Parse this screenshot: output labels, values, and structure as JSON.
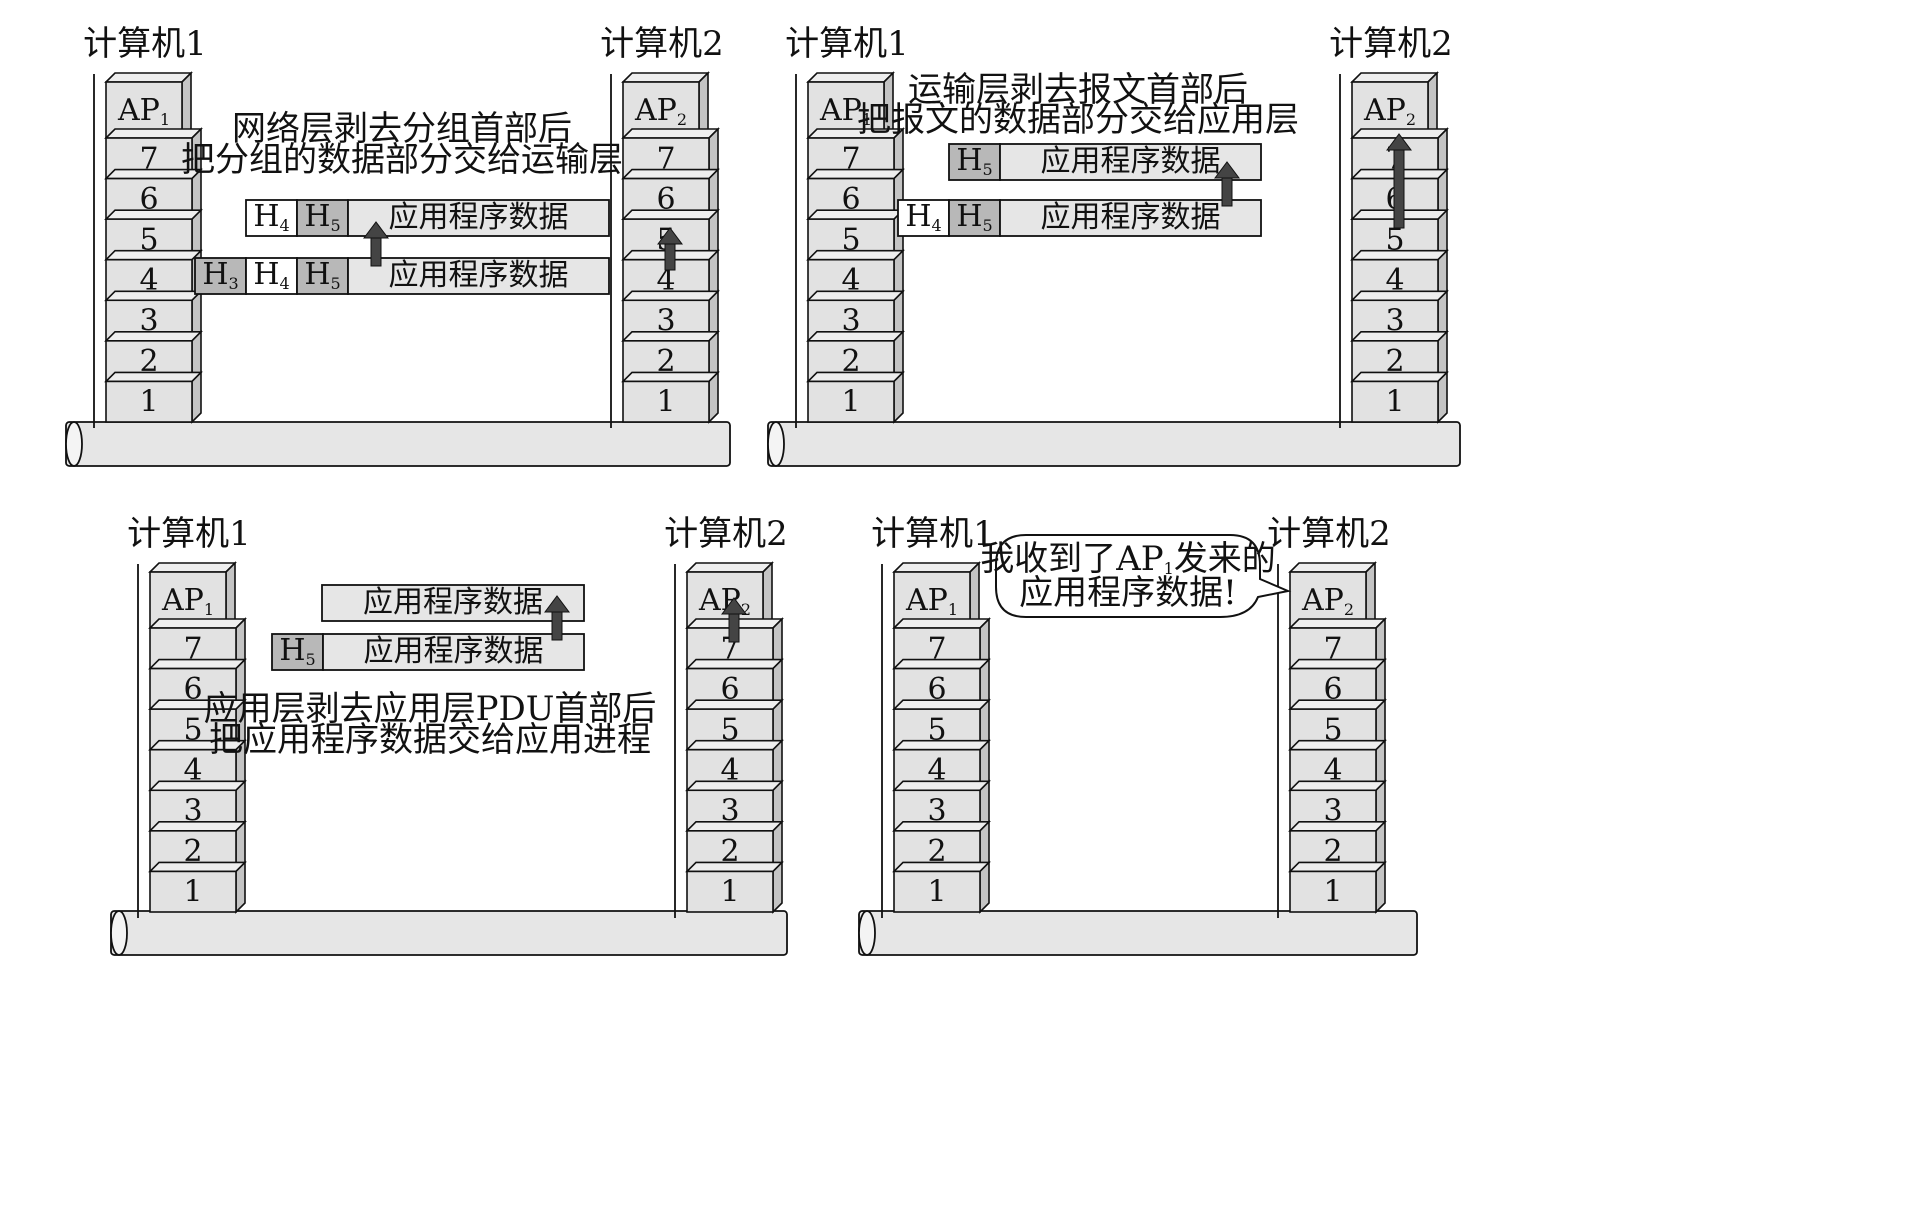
{
  "colors": {
    "cell": "#e2e2e2",
    "cell_side": "#c4c4c4",
    "cell_top": "#eeeeee",
    "header_dark": "#b8b8b8",
    "header_light": "#ffffff",
    "data_block": "#e6e6e6",
    "arrow": "#444444",
    "stroke": "#111111"
  },
  "layer_numbers": [
    "7",
    "6",
    "5",
    "4",
    "3",
    "2",
    "1"
  ],
  "panels": [
    {
      "computer_left": "计算机1",
      "computer_right": "计算机2",
      "ap_left": {
        "base": "AP",
        "sub": "1"
      },
      "ap_right": {
        "base": "AP",
        "sub": "2"
      },
      "caption": [
        "网络层剥去分组首部后",
        "把分组的数据部分交给运输层"
      ],
      "blocks": [
        {
          "headers": [
            {
              "base": "H",
              "sub": "4",
              "shade": "light"
            },
            {
              "base": "H",
              "sub": "5",
              "shade": "dark"
            }
          ],
          "data": "应用程序数据"
        },
        {
          "headers": [
            {
              "base": "H",
              "sub": "3",
              "shade": "dark"
            },
            {
              "base": "H",
              "sub": "4",
              "shade": "light"
            },
            {
              "base": "H",
              "sub": "5",
              "shade": "dark"
            }
          ],
          "data": "应用程序数据"
        }
      ]
    },
    {
      "computer_left": "计算机1",
      "computer_right": "计算机2",
      "ap_left": {
        "base": "AP",
        "sub": "1"
      },
      "ap_right": {
        "base": "AP",
        "sub": "2"
      },
      "caption": [
        "运输层剥去报文首部后",
        "把报文的数据部分交给应用层"
      ],
      "blocks": [
        {
          "headers": [
            {
              "base": "H",
              "sub": "5",
              "shade": "dark"
            }
          ],
          "data": "应用程序数据"
        },
        {
          "headers": [
            {
              "base": "H",
              "sub": "4",
              "shade": "light"
            },
            {
              "base": "H",
              "sub": "5",
              "shade": "dark"
            }
          ],
          "data": "应用程序数据"
        }
      ]
    },
    {
      "computer_left": "计算机1",
      "computer_right": "计算机2",
      "ap_left": {
        "base": "AP",
        "sub": "1"
      },
      "ap_right": {
        "base": "AP",
        "sub": "2"
      },
      "caption": [
        "应用层剥去应用层PDU首部后",
        "把应用程序数据交给应用进程"
      ],
      "blocks": [
        {
          "headers": [],
          "data": "应用程序数据"
        },
        {
          "headers": [
            {
              "base": "H",
              "sub": "5",
              "shade": "dark"
            }
          ],
          "data": "应用程序数据"
        }
      ]
    },
    {
      "computer_left": "计算机1",
      "computer_right": "计算机2",
      "ap_left": {
        "base": "AP",
        "sub": "1"
      },
      "ap_right": {
        "base": "AP",
        "sub": "2"
      },
      "bubble": {
        "line1_before": "我收到了",
        "line1_ap": {
          "base": "AP",
          "sub": "1"
        },
        "line1_after": "发来的",
        "line2": "应用程序数据!"
      }
    }
  ]
}
